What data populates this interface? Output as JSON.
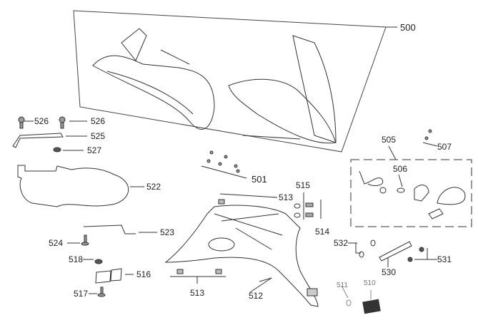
{
  "diagram": {
    "type": "exploded parts diagram",
    "callouts": {
      "p500": "500",
      "p501": "501",
      "p505": "505",
      "p506": "506",
      "p507": "507",
      "p510": "510",
      "p511": "511",
      "p512": "512",
      "p513a": "513",
      "p513b": "513",
      "p514": "514",
      "p515": "515",
      "p516": "516",
      "p517": "517",
      "p518": "518",
      "p522": "522",
      "p523": "523",
      "p524": "524",
      "p525": "525",
      "p526a": "526",
      "p526b": "526",
      "p527": "527",
      "p530": "530",
      "p531": "531",
      "p532": "532"
    }
  }
}
